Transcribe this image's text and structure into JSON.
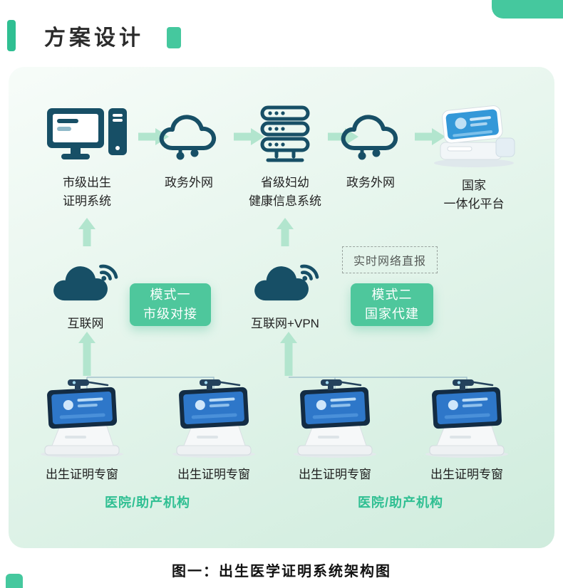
{
  "header": {
    "title": "方案设计"
  },
  "top_row": {
    "node1": {
      "line1": "市级出生",
      "line2": "证明系统"
    },
    "node2": {
      "line1": "政务外网"
    },
    "node3": {
      "line1": "省级妇幼",
      "line2": "健康信息系统"
    },
    "node4": {
      "line1": "政务外网"
    },
    "node5": {
      "line1": "国家",
      "line2": "一体化平台"
    }
  },
  "middle": {
    "realtime_note": "实时网络直报",
    "cloud1_label": "互联网",
    "cloud2_label": "互联网+VPN",
    "badge1": {
      "line1": "模式一",
      "line2": "市级对接"
    },
    "badge2": {
      "line1": "模式二",
      "line2": "国家代建"
    }
  },
  "devices": {
    "window_label": "出生证明专窗",
    "org_label": "医院/助产机构"
  },
  "caption": "图一：出生医学证明系统架构图",
  "colors": {
    "accent_teal": "#2fbf92",
    "badge_green": "#4ec79c",
    "icon_navy": "#174f66",
    "arrow_mint": "#b2e5ce",
    "card_bg_top": "#f7fcf9",
    "card_bg_bottom": "#cfecdd"
  }
}
